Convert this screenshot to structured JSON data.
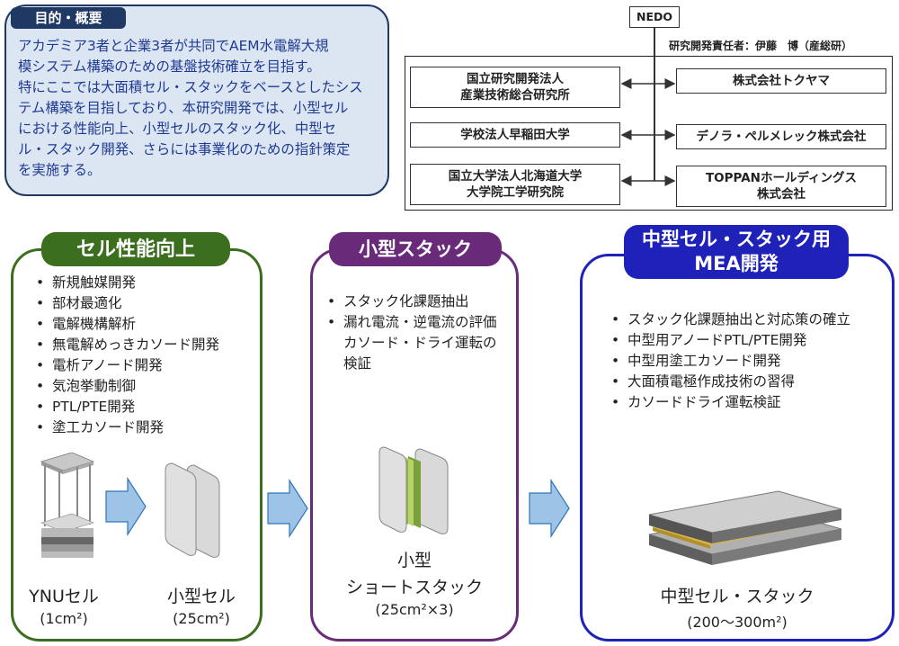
{
  "objective": {
    "tag": "目的・概要",
    "lines": [
      "アカデミア3者と企業3者が共同でAEM水電解大規",
      "模システム構築のための基盤技術確立を目指す。",
      "特にここでは大面積セル・スタックをベースとしたシス",
      "テム構築を目指しており、本研究開発では、小型セル",
      "における性能向上、小型セルのスタック化、中型セ",
      "ル・スタック開発、さらには事業化のための指針策定",
      "を実施する。"
    ]
  },
  "org": {
    "top": "NEDO",
    "leader": "研究開発責任者：伊藤　博（産総研）",
    "left": [
      [
        "国立研究開発法人",
        "産業技術総合研究所"
      ],
      [
        "学校法人早稲田大学"
      ],
      [
        "国立大学法人北海道大学",
        "大学院工学研究院"
      ]
    ],
    "right": [
      [
        "株式会社トクヤマ"
      ],
      [
        "デノラ・ペルメレック株式会社"
      ],
      [
        "TOPPANホールディングス",
        "株式会社"
      ]
    ]
  },
  "stages": [
    {
      "tag": "セル性能向上",
      "color": "#3b6e1f",
      "items": [
        "新規触媒開発",
        "部材最適化",
        "電解機構解析",
        "無電解めっきカソード開発",
        "電析アノード開発",
        "気泡挙動制御",
        "PTL/PTE開発",
        "塗工カソード開発"
      ],
      "figures": [
        {
          "name": "YNUセル",
          "size": "(1cm²)"
        },
        {
          "name": "小型セル",
          "size": "(25cm²)"
        }
      ]
    },
    {
      "tag": "小型スタック",
      "color": "#6a2a7a",
      "items": [
        "スタック化課題抽出",
        "漏れ電流・逆電流の評価カソード・ドライ運転の検証"
      ],
      "figures": [
        {
          "name_lines": [
            "小型",
            "ショートスタック"
          ],
          "size": "(25cm²×3)"
        }
      ]
    },
    {
      "tag_lines": [
        "中型セル・スタック用",
        "MEA開発"
      ],
      "color": "#1f22b8",
      "items": [
        "スタック化課題抽出と対応策の確立",
        "中型用アノードPTL/PTE開発",
        "中型用塗工カソード開発",
        "大面積電極作成技術の習得",
        "カソードドライ運転検証"
      ],
      "figures": [
        {
          "name": "中型セル・スタック",
          "size": "(200〜300m²)"
        }
      ]
    }
  ],
  "colors": {
    "objective_fill": "#dce6f2",
    "objective_border": "#1f3864",
    "arrow_fill": "#9dc3e6",
    "arrow_stroke": "#2e75b6"
  }
}
